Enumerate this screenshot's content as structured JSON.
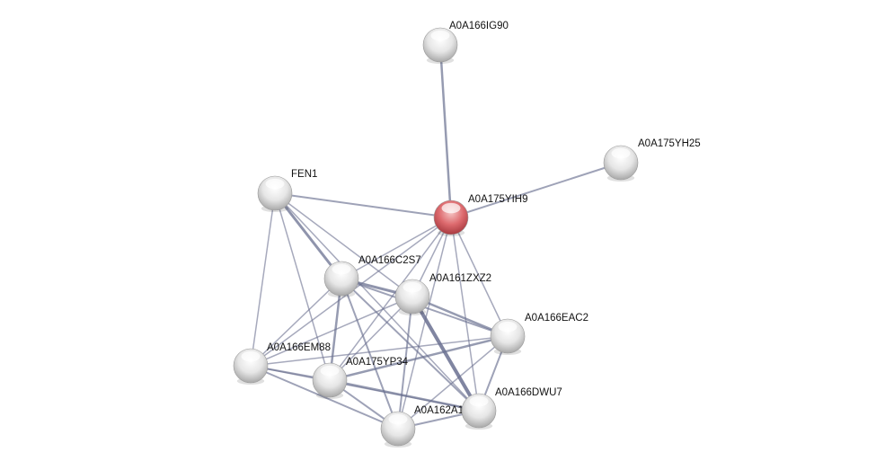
{
  "network": {
    "query_protein": "A0A175YIH9",
    "colors": {
      "query": "#d9545a",
      "node": "#e8e8e8",
      "edge": "#6a7090"
    },
    "nodes": [
      {
        "id": "A0A166IG90",
        "label": "A0A166IG90"
      },
      {
        "id": "A0A175YH25",
        "label": "A0A175YH25"
      },
      {
        "id": "FEN1",
        "label": "FEN1"
      },
      {
        "id": "A0A175YIH9",
        "label": "A0A175YIH9"
      },
      {
        "id": "A0A166C2S7",
        "label": "A0A166C2S7"
      },
      {
        "id": "A0A161ZXZ2",
        "label": "A0A161ZXZ2"
      },
      {
        "id": "A0A166EAC2",
        "label": "A0A166EAC2"
      },
      {
        "id": "A0A166EM88",
        "label": "A0A166EM88"
      },
      {
        "id": "A0A175YP34",
        "label": "A0A175YP34"
      },
      {
        "id": "A0A162A1",
        "label": "A0A162A1"
      },
      {
        "id": "A0A166DWU7",
        "label": "A0A166DWU7"
      }
    ],
    "edges": [
      [
        "A0A166IG90",
        "A0A175YIH9",
        2.5
      ],
      [
        "A0A175YH25",
        "A0A175YIH9",
        2
      ],
      [
        "FEN1",
        "A0A175YIH9",
        2
      ],
      [
        "FEN1",
        "A0A166C2S7",
        3
      ],
      [
        "FEN1",
        "A0A161ZXZ2",
        1.5
      ],
      [
        "FEN1",
        "A0A166EM88",
        1.5
      ],
      [
        "FEN1",
        "A0A175YP34",
        1.5
      ],
      [
        "FEN1",
        "A0A166DWU7",
        1.5
      ],
      [
        "A0A175YIH9",
        "A0A166C2S7",
        1.5
      ],
      [
        "A0A175YIH9",
        "A0A161ZXZ2",
        1.5
      ],
      [
        "A0A175YIH9",
        "A0A166EAC2",
        1.5
      ],
      [
        "A0A175YIH9",
        "A0A166DWU7",
        1.5
      ],
      [
        "A0A175YIH9",
        "A0A162A1",
        1.5
      ],
      [
        "A0A175YIH9",
        "A0A175YP34",
        1.5
      ],
      [
        "A0A175YIH9",
        "A0A166EM88",
        1.5
      ],
      [
        "A0A166C2S7",
        "A0A161ZXZ2",
        3
      ],
      [
        "A0A166C2S7",
        "A0A166EAC2",
        2
      ],
      [
        "A0A166C2S7",
        "A0A166EM88",
        1.5
      ],
      [
        "A0A166C2S7",
        "A0A175YP34",
        2.5
      ],
      [
        "A0A166C2S7",
        "A0A162A1",
        2
      ],
      [
        "A0A166C2S7",
        "A0A166DWU7",
        2
      ],
      [
        "A0A161ZXZ2",
        "A0A166EAC2",
        2.5
      ],
      [
        "A0A161ZXZ2",
        "A0A166DWU7",
        4
      ],
      [
        "A0A161ZXZ2",
        "A0A175YP34",
        1.5
      ],
      [
        "A0A161ZXZ2",
        "A0A162A1",
        2
      ],
      [
        "A0A161ZXZ2",
        "A0A166EM88",
        1.5
      ],
      [
        "A0A166EAC2",
        "A0A166EM88",
        1.5
      ],
      [
        "A0A166EAC2",
        "A0A175YP34",
        2.5
      ],
      [
        "A0A166EAC2",
        "A0A166DWU7",
        2
      ],
      [
        "A0A166EAC2",
        "A0A162A1",
        1.5
      ],
      [
        "A0A166EM88",
        "A0A175YP34",
        2
      ],
      [
        "A0A166EM88",
        "A0A162A1",
        2
      ],
      [
        "A0A166EM88",
        "A0A166DWU7",
        1.5
      ],
      [
        "A0A175YP34",
        "A0A166DWU7",
        2.5
      ],
      [
        "A0A175YP34",
        "A0A162A1",
        2
      ],
      [
        "A0A162A1",
        "A0A166DWU7",
        2
      ]
    ]
  }
}
